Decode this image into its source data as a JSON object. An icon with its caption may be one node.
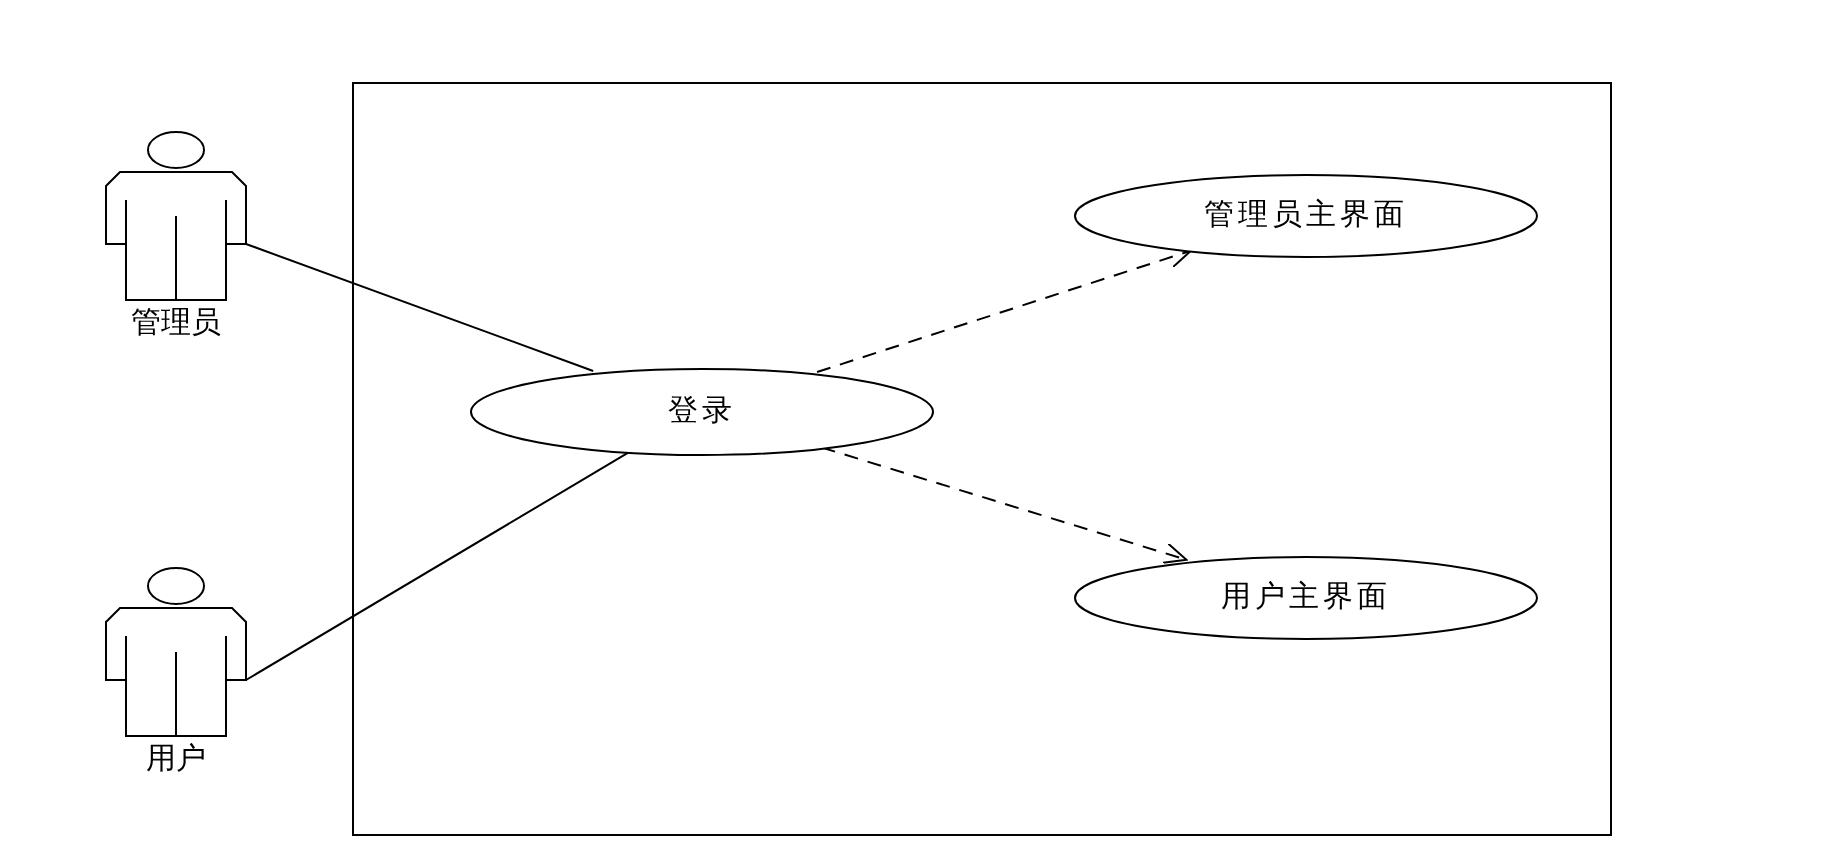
{
  "diagram": {
    "nodes": [
      {
        "text": [],
        "shape": "box"
      },
      {
        "text": [
          "管理员"
        ]
      },
      {
        "text": [
          "用户"
        ]
      },
      {
        "text": [
          "登录"
        ],
        "in": 0
      },
      {
        "text": [
          "管理员主界面"
        ],
        "in": 0
      },
      {
        "text": [
          "用户主界面"
        ],
        "in": 0
      }
    ],
    "edges": [
      {
        "from": 1,
        "to": 3,
        "arrow": "none"
      },
      {
        "from": 2,
        "to": 3,
        "arrow": "none"
      },
      {
        "from": 3,
        "to": 4,
        "arrow": "to",
        "style": "dashed"
      },
      {
        "from": 3,
        "to": 5,
        "arrow": "to",
        "style": "dashed"
      }
    ]
  }
}
